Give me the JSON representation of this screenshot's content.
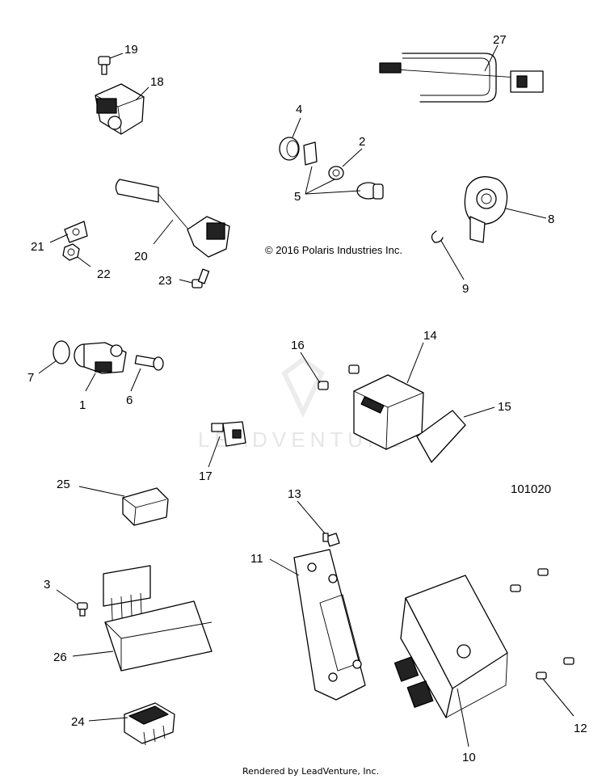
{
  "copyright": "© 2016 Polaris Industries Inc.",
  "diagram_number": "101020",
  "watermark": "LEADVENTURE",
  "footer": "Rendered by LeadVenture, Inc.",
  "callouts": {
    "c1": "1",
    "c2": "2",
    "c3": "3",
    "c4": "4",
    "c5": "5",
    "c6": "6",
    "c7": "7",
    "c8": "8",
    "c9": "9",
    "c10": "10",
    "c11": "11",
    "c12": "12",
    "c13": "13",
    "c14": "14",
    "c15": "15",
    "c16": "16",
    "c17": "17",
    "c18": "18",
    "c19": "19",
    "c20": "20",
    "c21": "21",
    "c22": "22",
    "c23": "23",
    "c24": "24",
    "c25": "25",
    "c26": "26",
    "c27": "27"
  }
}
